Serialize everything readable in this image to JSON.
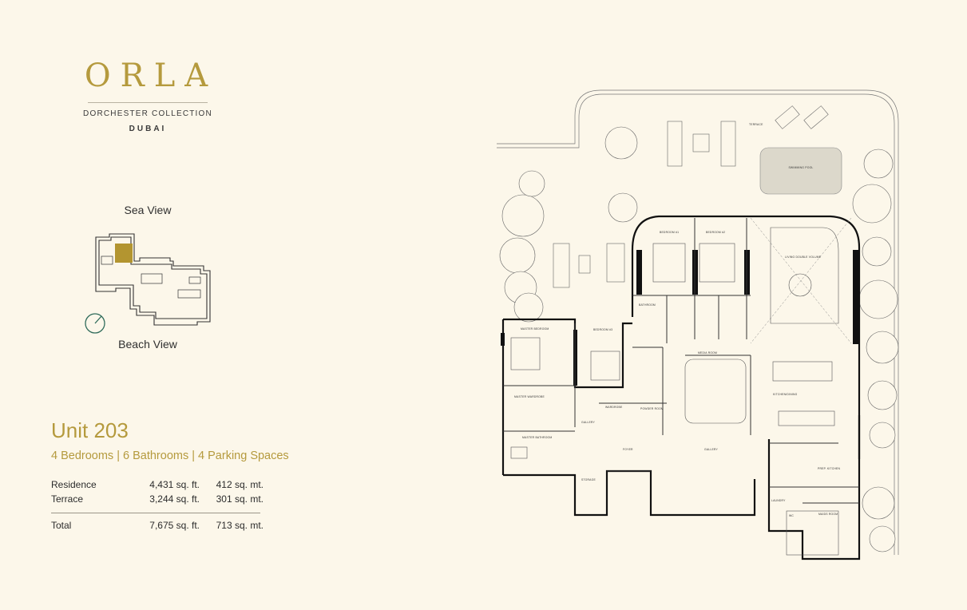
{
  "brand": {
    "logo_text": "ORLA",
    "collection": "DORCHESTER COLLECTION",
    "city": "DUBAI",
    "gold": "#b59a3d"
  },
  "keyplan": {
    "top_label": "Sea View",
    "bottom_label": "Beach View",
    "highlight_color": "#b39530"
  },
  "unit": {
    "title": "Unit 203",
    "summary": "4 Bedrooms | 6 Bathrooms | 4 Parking Spaces"
  },
  "areas": {
    "rows": [
      {
        "label": "Residence",
        "sqft": "4,431 sq. ft.",
        "sqm": "412 sq. mt."
      },
      {
        "label": "Terrace",
        "sqft": "3,244 sq. ft.",
        "sqm": "301 sq. mt."
      }
    ],
    "total": {
      "label": "Total",
      "sqft": "7,675 sq. ft.",
      "sqm": "713  sq. mt."
    }
  },
  "plan_labels": {
    "terrace": "TERRACE",
    "pool": "SWIMMING POOL",
    "bedroom_1": "BEDROOM #1",
    "bedroom_2": "BEDROOM #2",
    "living": "LIVING DOUBLE VOLUME",
    "master_bedroom": "MASTER BEDROOM",
    "bedroom_3": "BEDROOM #3",
    "bathroom": "BATHROOM",
    "media_room": "MEDIA ROOM",
    "kitchen_dining": "KITCHEN/DINING",
    "master_wardrobe": "MASTER WARDROBE",
    "master_bathroom": "MASTER BATHROOM",
    "powder_room": "POWDER ROOM",
    "wardrobe": "WARDROBE",
    "gallery": "GALLERY",
    "foyer": "FOYER",
    "storage": "STORAGE",
    "prep_kitchen": "PREP. KITCHEN",
    "laundry": "LAUNDRY",
    "maids_room": "MAIDS ROOM",
    "wc": "WC"
  }
}
